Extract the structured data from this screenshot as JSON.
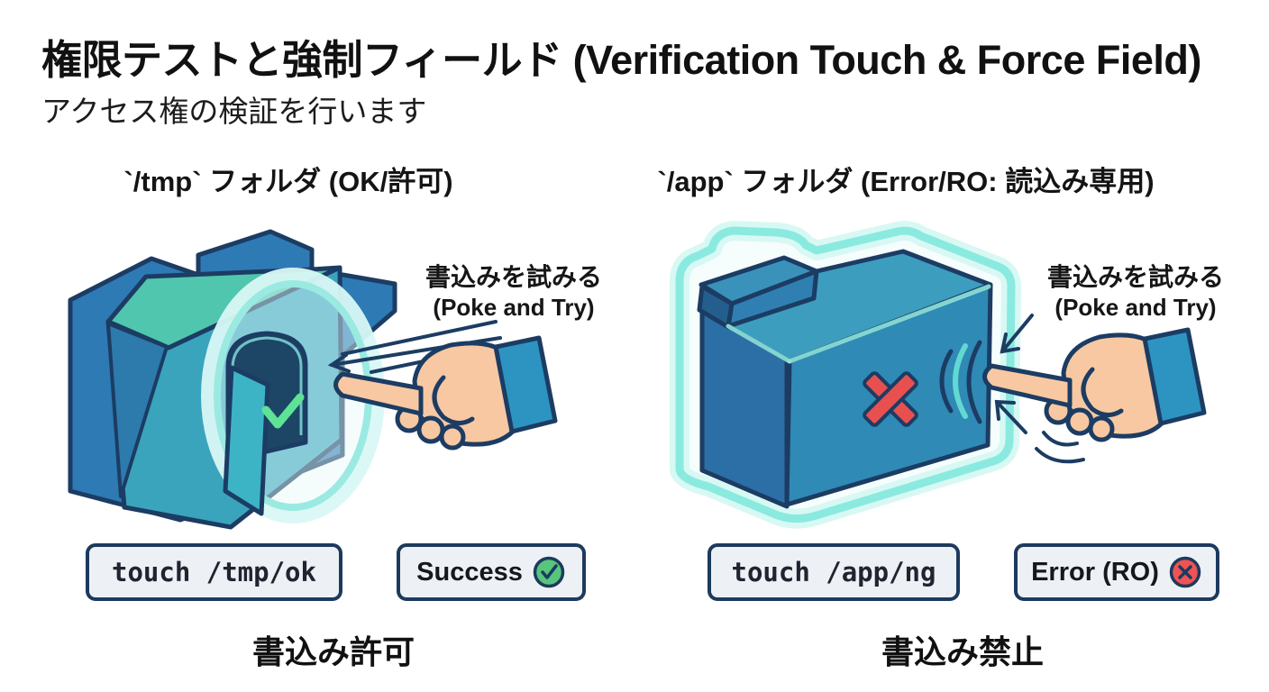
{
  "title": "権限テストと強制フィールド (Verification Touch & Force Field)",
  "subtitle": "アクセス権の検証を行います",
  "panels": [
    {
      "id": "tmp-writable",
      "header": "`/tmp` フォルダ (OK/許可)",
      "annotation_jp": "書込みを試みる",
      "annotation_en": "(Poke and Try)",
      "command": "touch /tmp/ok",
      "result": "Success",
      "result_icon": "check-circle-icon",
      "caption": "書込み許可",
      "illustration": "open-folder-with-glowing-door-and-poking-hand"
    },
    {
      "id": "app-readonly",
      "header": "`/app` フォルダ (Error/RO: 読込み専用)",
      "annotation_jp": "書込みを試みる",
      "annotation_en": "(Poke and Try)",
      "command": "touch /app/ng",
      "result": "Error (RO)",
      "result_icon": "x-circle-icon",
      "caption": "書込み禁止",
      "illustration": "closed-folder-with-force-field-red-x-and-bouncing-hand"
    }
  ],
  "colors": {
    "outline_navy": "#1c3c63",
    "folder_blue": "#2e7ab4",
    "folder_teal_top": "#4fc6ad",
    "folder_teal_front": "#3aa4bd",
    "readonly_folder_front": "#2f8ab5",
    "force_field_cyan": "#8aeae0",
    "success_green": "#57c57c",
    "error_red": "#ee5453",
    "skin": "#f8c8a2",
    "sleeve_blue": "#2d94c1",
    "box_background": "#edf1f5",
    "box_border": "#1d3a5e"
  }
}
